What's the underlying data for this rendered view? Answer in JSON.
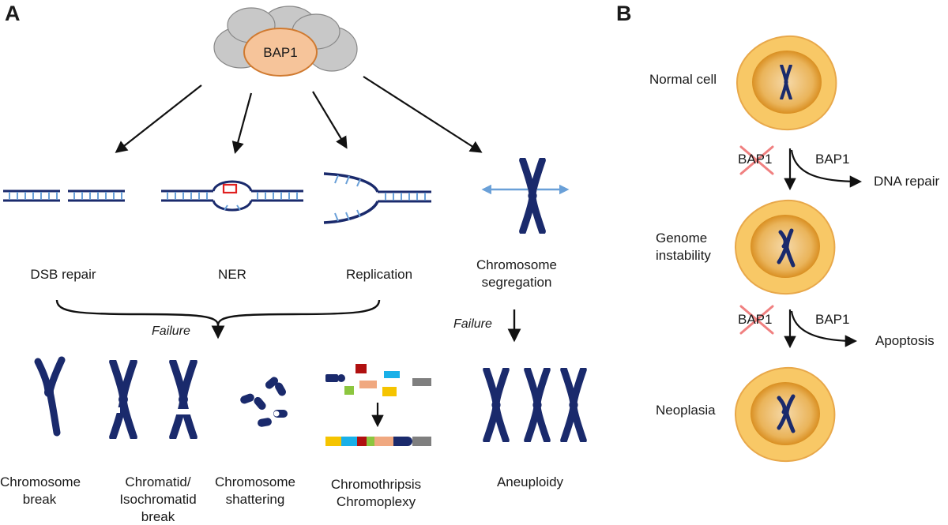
{
  "panel_a": {
    "letter": "A",
    "protein": "BAP1",
    "processes": {
      "dsb": "DSB repair",
      "ner": "NER",
      "replication": "Replication",
      "segregation_1": "Chromosome",
      "segregation_2": "segregation"
    },
    "failure_left": "Failure",
    "failure_right": "Failure",
    "outcomes": {
      "break_1": "Chromosome",
      "break_2": "break",
      "chromatid_1": "Chromatid/",
      "chromatid_2": "Isochromatid",
      "chromatid_3": "break",
      "shattering_1": "Chromosome",
      "shattering_2": "shattering",
      "chromothripsis_1": "Chromothripsis",
      "chromothripsis_2": "Chromoplexy",
      "aneuploidy": "Aneuploidy"
    }
  },
  "panel_b": {
    "letter": "B",
    "normal_cell": "Normal  cell",
    "genome_1": "Genome",
    "genome_2": "instability",
    "neoplasia": "Neoplasia",
    "bap1_lost_1": "BAP1",
    "bap1_present_1": "BAP1",
    "dna_repair": "DNA repair",
    "bap1_lost_2": "BAP1",
    "bap1_present_2": "BAP1",
    "apoptosis": "Apoptosis"
  },
  "colors": {
    "dna_navy": "#1a2a6c",
    "protein_orange": "#f6c49a",
    "complex_gray": "#c8c8c8",
    "arrow_blue": "#6aa0d8",
    "lesion_red": "#e02020",
    "cell_outer": "#f8c866",
    "cell_nucleus": "#e8a030",
    "cross_red": "#f08080"
  }
}
